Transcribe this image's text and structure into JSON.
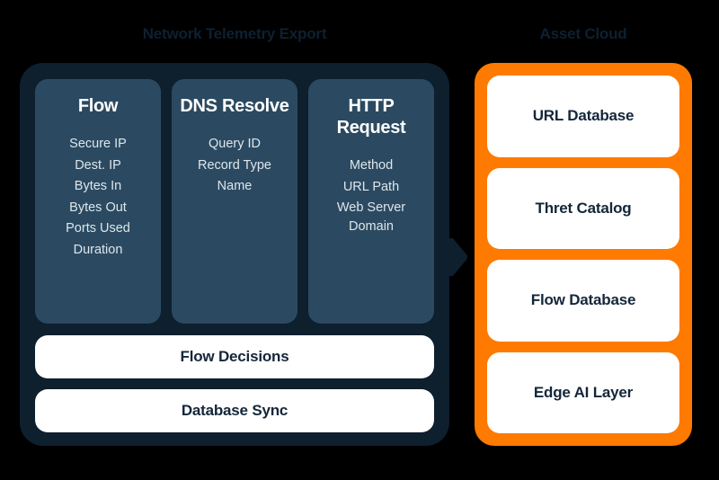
{
  "diagram": {
    "background_color": "#000000",
    "left_panel": {
      "title": "Network Telemetry Export",
      "panel_color": "#0e1f2e",
      "card_color": "#2b4a61",
      "columns": [
        {
          "heading": "Flow",
          "items": [
            "Secure IP",
            "Dest. IP",
            "Bytes In",
            "Bytes Out",
            "Ports Used",
            "Duration"
          ]
        },
        {
          "heading": "DNS Resolve",
          "items": [
            "Query ID",
            "Record Type",
            "Name"
          ]
        },
        {
          "heading": "HTTP Request",
          "items": [
            "Method",
            "URL Path",
            "Web Server\nDomain"
          ]
        }
      ],
      "bars": [
        {
          "label": "Flow Decisions"
        },
        {
          "label": "Database Sync"
        }
      ]
    },
    "connector": {
      "name": "arrow-right-icon",
      "color": "#0e1f2e"
    },
    "right_panel": {
      "title": "Asset Cloud",
      "panel_color": "#ff7a00",
      "card_color": "#ffffff",
      "services": [
        {
          "label": "URL Database"
        },
        {
          "label": "Thret Catalog"
        },
        {
          "label": "Flow Database"
        },
        {
          "label": "Edge AI Layer"
        }
      ]
    }
  }
}
